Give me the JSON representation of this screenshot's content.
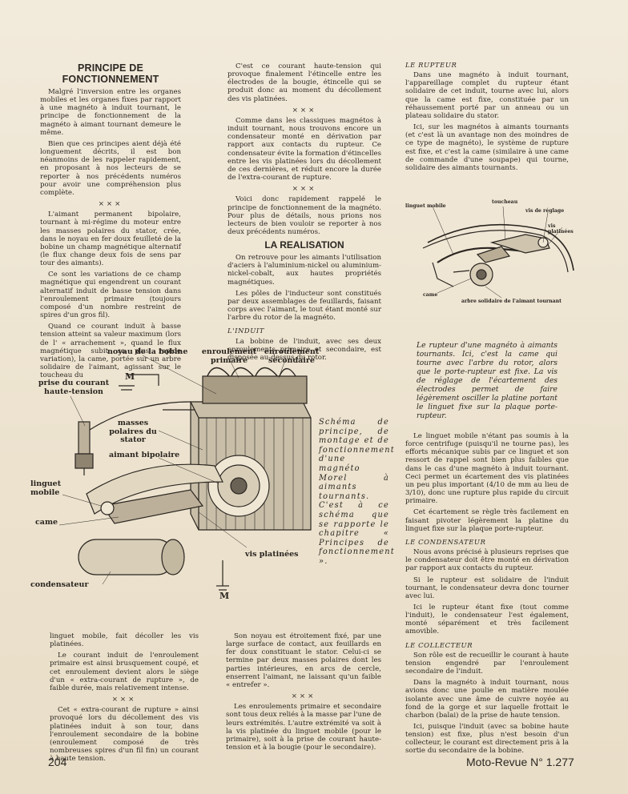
{
  "col1": {
    "title": "PRINCIPE DE FONCTIONNEMENT",
    "p1": "Malgré l'inversion entre les organes mobiles et les organes fixes par rapport à une magnéto à induit tournant, le principe de fonctionnement de la magnéto à aimant tournant demeure le même.",
    "p2": "Bien que ces principes aient déjà été longuement décrits, il est bon néanmoins de les rappeler rapidement, en proposant à nos lecteurs de se reporter à nos précédents numéros pour avoir une compréhension plus complète.",
    "sep1": "×××",
    "p3": "L'aimant permanent bipolaire, tournant à mi-régime du moteur entre les masses polaires du stator, crée, dans le noyau en fer doux feuilleté de la bobine un champ magnétique alternatif (le flux change deux fois de sens par tour des aimants).",
    "p4": "Ce sont les variations de ce champ magnétique qui engendrent un courant alternatif induit de basse tension dans l'enroulement primaire (toujours composé d'un nombre restreint de spires d'un gros fil).",
    "p5": "Quand ce courant induit à basse tension atteint sa valeur maximum (lors de l' « arrachement », quand le flux magnétique subit sa plus rapide variation), la came, portée sur un arbre solidaire de l'aimant, agissant sur le toucheau du"
  },
  "col2": {
    "p1": "C'est ce courant haute-tension qui provoque finalement l'étincelle entre les électrodes de la bougie, étincelle qui se produit donc au moment du décollement des vis platinées.",
    "sep1": "×××",
    "p2": "Comme dans les classiques magnétos à induit tournant, nous trouvons encore un condensateur monté en dérivation par rapport aux contacts du rupteur. Ce condensateur évite la formation d'étincelles entre les vis platinées lors du décollement de ces dernières, et réduit encore la durée de l'extra-courant de rupture.",
    "sep2": "×××",
    "p3": "Voici donc rapidement rappelé le principe de fonctionnement de la magnéto. Pour plus de détails, nous prions nos lecteurs de bien vouloir se reporter à nos deux précédents numéros.",
    "title2": "LA REALISATION",
    "p4": "On retrouve pour les aimants l'utilisation d'aciers à l'aluminium-nickel ou aluminium-nickel-cobalt, aux hautes propriétés magnétiques.",
    "p5": "Les pôles de l'inducteur sont constitués par deux assemblages de feuillards, faisant corps avec l'aimant, le tout étant monté sur l'arbre du rotor de la magnéto.",
    "sub1": "L'INDUIT",
    "p6": "La bobine de l'induit, avec ses deux enroulements primaire et secondaire, est disposée au-dessus du rotor."
  },
  "col3": {
    "sub1": "LE RUPTEUR",
    "p1": "Dans une magnéto à induit tournant, l'appareillage complet du rupteur étant solidaire de cet induit, tourne avec lui, alors que la came est fixe, constituée par un réhaussement porté par un anneau ou un plateau solidaire du stator.",
    "p2": "Ici, sur les magnétos à aimants tournants (et c'est là un avantage non des moindres de ce type de magnéto), le système de rupture est fixe, et c'est la came (similaire à une came de commande d'une soupape) qui tourne, solidaire des aimants tournants."
  },
  "small_fig": {
    "l_linguet": "linguet mobile",
    "l_toucheau": "toucheau",
    "l_vis_reglage": "vis de réglage",
    "l_vis_platinees": "vis platinées",
    "l_came": "came",
    "l_arbre": "arbre solidaire de l'aimant tournant",
    "caption": "Le rupteur d'une magnéto à aimants tournants. Ici, c'est la came qui tourne avec l'arbre du rotor, alors que le porte-rupteur est fixe. La vis de réglage de l'écartement des électrodes permet de faire légèrement osciller la platine portant le linguet fixe sur la plaque porte-rupteur."
  },
  "big_fig": {
    "l_noyau": "noyau de la bobine",
    "l_enr_primaire": "enroulement primaire",
    "l_enr_secondaire": "enroulement secondaire",
    "l_prise": "prise du courant haute-tension",
    "l_masses": "masses polaires du stator",
    "l_aimant": "aimant bipolaire",
    "l_linguet": "linguet mobile",
    "l_came": "came",
    "l_condensateur": "condensateur",
    "l_vis": "vis platinées",
    "l_M1": "M",
    "l_M2": "M",
    "caption": "Schéma de principe, de montage et de fonctionnement d'une magnéto Morel à aimants tournants. C'est à ce schéma que se rapporte le chapitre « Principes de fonctionnement »."
  },
  "col3b": {
    "p1": "Le linguet mobile n'étant pas soumis à la force centrifuge (puisqu'il ne tourne pas), les efforts mécanique subis par ce linguet et son ressort de rappel sont bien plus faibles que dans le cas d'une magnéto à induit tournant. Ceci permet un écartement des vis platinées un peu plus important (4/10 de mm au lieu de 3/10), donc une rupture plus rapide du circuit primaire.",
    "p2": "Cet écartement se règle très facilement en faisant pivoter légèrement la platine du linguet fixe sur la plaque porte-rupteur.",
    "sub1": "LE CONDENSATEUR",
    "p3": "Nous avons précisé à plusieurs reprises que le condensateur doit être monté en dérivation par rapport aux contacts du rupteur.",
    "p4": "Si le rupteur est solidaire de l'induit tournant, le condensateur devra donc tourner avec lui.",
    "p5": "Ici le rupteur étant fixe (tout comme l'induit), le condensateur l'est également, monté séparément et très facilement amovible.",
    "sub2": "LE COLLECTEUR",
    "p6": "Son rôle est de recueillir le courant à haute tension engendré par l'enroulement secondaire de l'induit.",
    "p7": "Dans la magnéto à induit tournant, nous avions donc une poulie en matière moulée isolante avec une âme de cuivre noyée au fond de la gorge et sur laquelle frottait le charbon (balai) de la prise de haute tension.",
    "p8": "Ici, puisque l'induit (avec sa bobine haute tension) est fixe, plus n'est besoin d'un collecteur, le courant est directement pris à la sortie du secondaire de la bobine."
  },
  "col1b": {
    "p1": "linguet mobile, fait décoller les vis platinées.",
    "p2": "Le courant induit de l'enroulement primaire est ainsi brusquement coupé, et cet enroulement devient alors le siège d'un « extra-courant de rupture », de faible durée, mais relativement intense.",
    "sep1": "×××",
    "p3": "Cet « extra-courant de rupture » ainsi provoqué lors du décollement des vis platinées induit à son tour, dans l'enroulement secondaire de la bobine (enroulement composé de très nombreuses spires d'un fil fin) un courant à haute tension."
  },
  "col2b": {
    "p1": "Son noyau est étroitement fixé, par une large surface de contact, aux feuillards en fer doux constituant le stator. Celui-ci se termine par deux masses polaires dont les parties intérieures, en arcs de cercle, enserrent l'aimant, ne laissant qu'un faible « entrefer ».",
    "sep1": "×××",
    "p2": "Les enroulements primaire et secondaire sont tous deux reliés à la masse par l'une de leurs extrémités. L'autre extrémité va soit à la vis platinée du linguet mobile (pour le primaire), soit à la prise de courant haute-tension et à la bougie (pour le secondaire)."
  },
  "footer": {
    "page_number": "204",
    "magazine": "Moto-Revue N° 1.277"
  }
}
